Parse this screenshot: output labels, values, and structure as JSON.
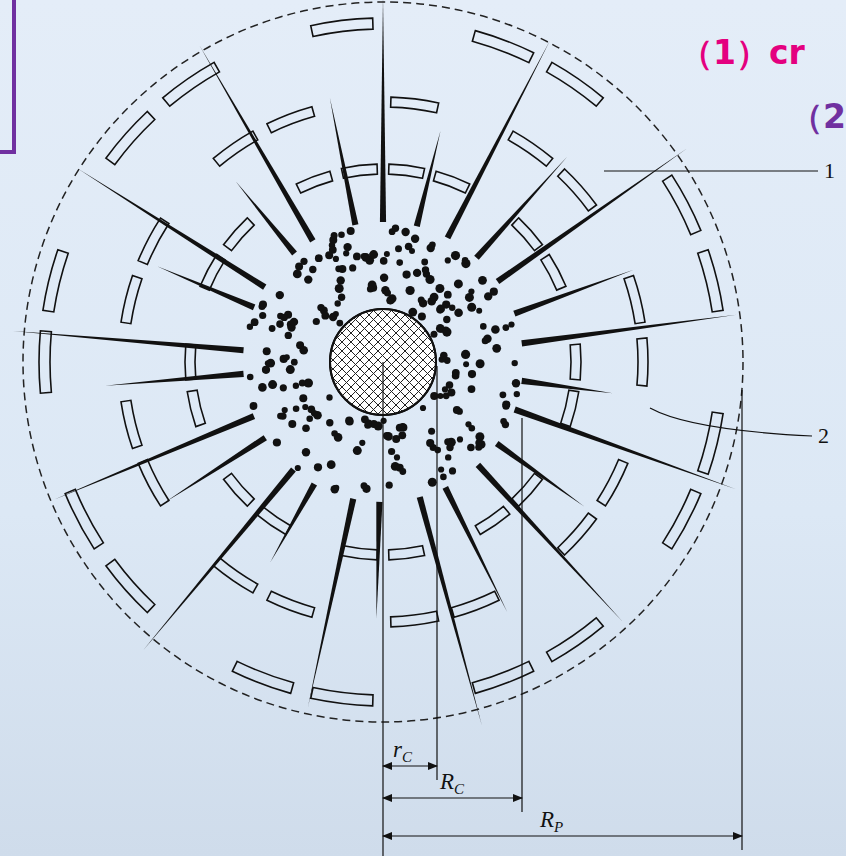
{
  "diagram": {
    "labels": [
      "（1）cr",
      "（2",
      "1",
      "2",
      "rC",
      "RC",
      "RP"
    ]
  }
}
